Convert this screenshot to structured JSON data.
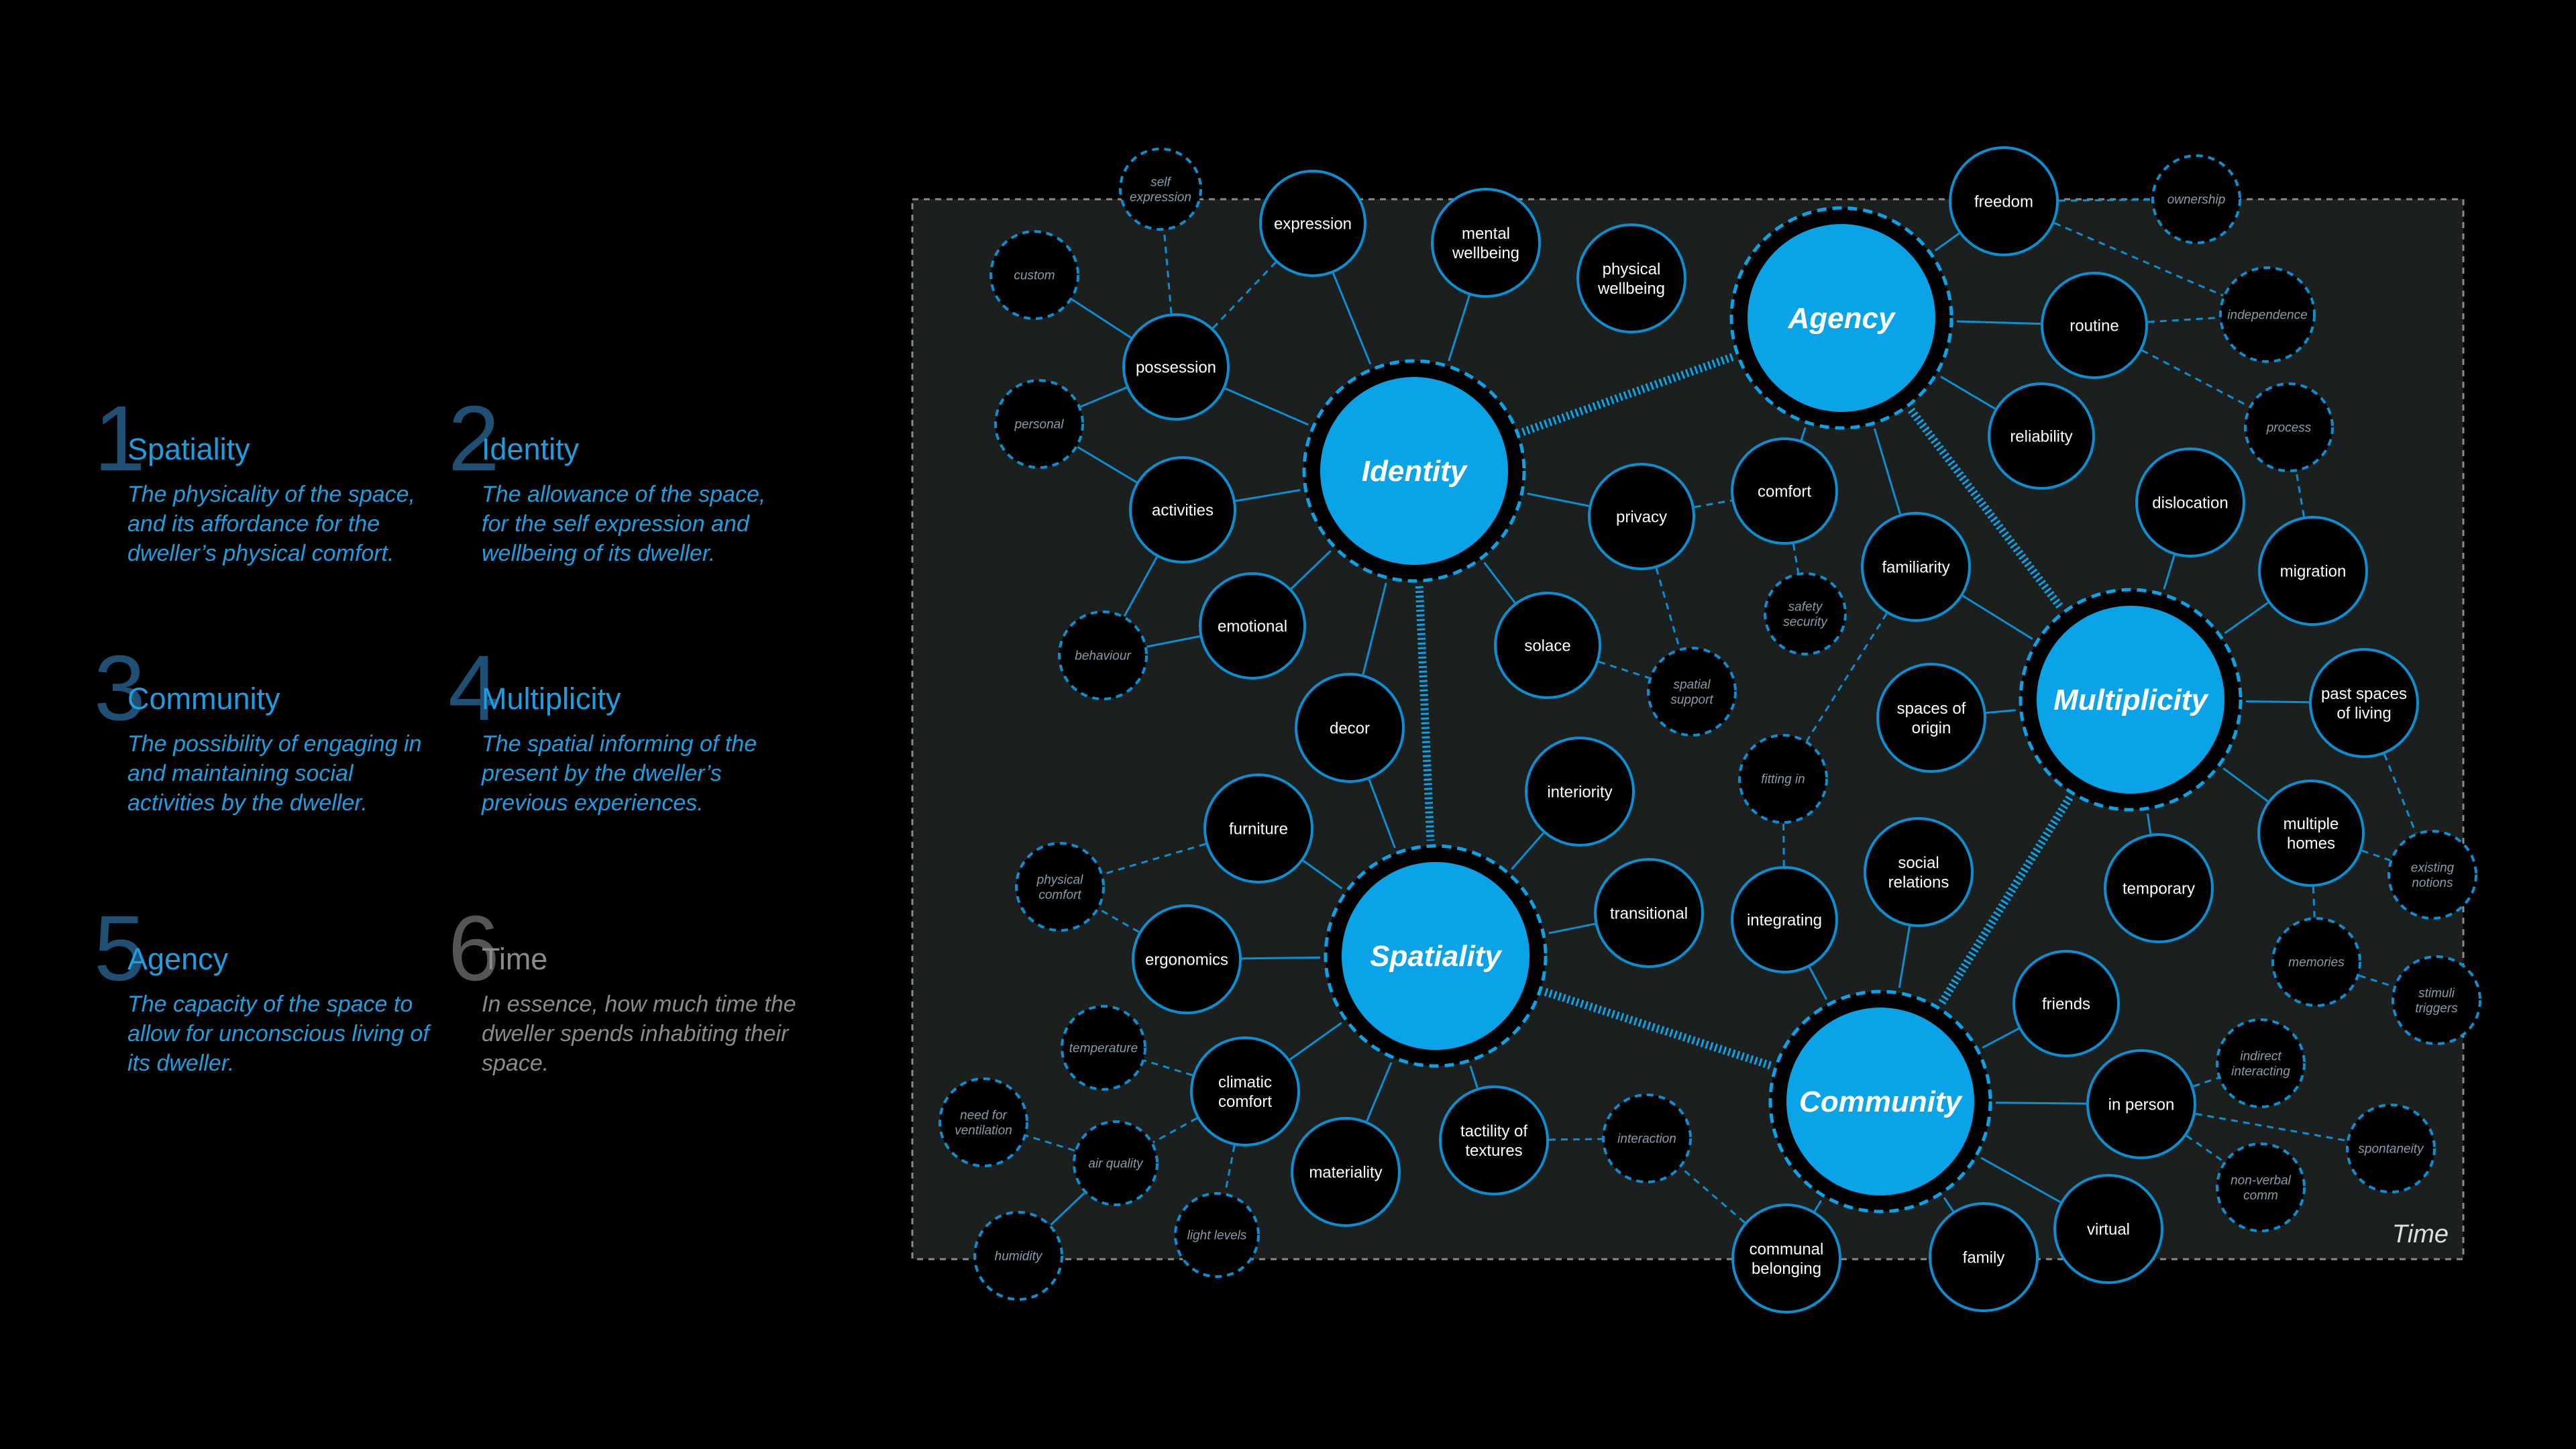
{
  "legend": {
    "items": [
      {
        "num": "1",
        "title": "Spatiality",
        "desc": "The physicality of the space, and its affordance for the dweller’s physical comfort.",
        "color": "#1b9fe0",
        "num_color": "#1f4f72"
      },
      {
        "num": "2",
        "title": "Identity",
        "desc": "The allowance of the space, for the self expression and wellbeing of its dweller.",
        "color": "#1b9fe0",
        "num_color": "#1f4f72"
      },
      {
        "num": "3",
        "title": "Community",
        "desc": "The possibility of engaging in and maintaining social activities by the dweller.",
        "color": "#1b9fe0",
        "num_color": "#1f4f72"
      },
      {
        "num": "4",
        "title": "Multiplicity",
        "desc": "The spatial informing of the present by the dweller’s previous experiences.",
        "color": "#1b9fe0",
        "num_color": "#1f4f72"
      },
      {
        "num": "5",
        "title": "Agency",
        "desc": "The capacity of the space to allow for unconscious living of its dweller.",
        "color": "#1b9fe0",
        "num_color": "#1f4f72"
      },
      {
        "num": "6",
        "title": "Time",
        "desc": "In essence, how much time the dweller spends inhabiting their space.",
        "color": "#8a8a8a",
        "num_color": "#555555"
      }
    ]
  },
  "diagram": {
    "frame_label": "Time",
    "colors": {
      "hub": "#0aa3e8",
      "node_stroke": "#0b8fd0",
      "line": "#0b8fd0",
      "frame_bg": "#1b1f1e",
      "frame_border": "#8a8a8a",
      "node_fill": "#000000",
      "dashed_text": "#8a9aa8"
    },
    "hubs": [
      {
        "id": "identity",
        "label": "Identity"
      },
      {
        "id": "agency",
        "label": "Agency"
      },
      {
        "id": "multiplicity",
        "label": "Multiplicity"
      },
      {
        "id": "spatiality",
        "label": "Spatiality"
      },
      {
        "id": "community",
        "label": "Community"
      }
    ],
    "nodes": [
      {
        "id": "self_expression",
        "label": "self expression",
        "style": "dashed"
      },
      {
        "id": "custom",
        "label": "custom",
        "style": "dashed"
      },
      {
        "id": "expression",
        "label": "expression",
        "style": "solid"
      },
      {
        "id": "mental_wellbeing",
        "label": "mental wellbeing",
        "style": "solid"
      },
      {
        "id": "physical_wellbeing",
        "label": "physical wellbeing",
        "style": "solid"
      },
      {
        "id": "possession",
        "label": "possession",
        "style": "solid"
      },
      {
        "id": "personal",
        "label": "personal",
        "style": "dashed"
      },
      {
        "id": "activities",
        "label": "activities",
        "style": "solid"
      },
      {
        "id": "emotional",
        "label": "emotional",
        "style": "solid"
      },
      {
        "id": "behaviour",
        "label": "behaviour",
        "style": "dashed"
      },
      {
        "id": "decor",
        "label": "decor",
        "style": "solid"
      },
      {
        "id": "privacy",
        "label": "privacy",
        "style": "solid"
      },
      {
        "id": "comfort",
        "label": "comfort",
        "style": "solid"
      },
      {
        "id": "solace",
        "label": "solace",
        "style": "solid"
      },
      {
        "id": "safety_security",
        "label": "safety security",
        "style": "dashed"
      },
      {
        "id": "spatial_support",
        "label": "spatial support",
        "style": "dashed"
      },
      {
        "id": "freedom",
        "label": "freedom",
        "style": "solid"
      },
      {
        "id": "ownership",
        "label": "ownership",
        "style": "dashed"
      },
      {
        "id": "routine",
        "label": "routine",
        "style": "solid"
      },
      {
        "id": "independence",
        "label": "independence",
        "style": "dashed"
      },
      {
        "id": "reliability",
        "label": "reliability",
        "style": "solid"
      },
      {
        "id": "process",
        "label": "process",
        "style": "dashed"
      },
      {
        "id": "familiarity",
        "label": "familiarity",
        "style": "solid"
      },
      {
        "id": "dislocation",
        "label": "dislocation",
        "style": "solid"
      },
      {
        "id": "migration",
        "label": "migration",
        "style": "solid"
      },
      {
        "id": "spaces_of_origin",
        "label": "spaces of origin",
        "style": "solid"
      },
      {
        "id": "past_spaces",
        "label": "past spaces of living",
        "style": "solid"
      },
      {
        "id": "fitting_in",
        "label": "fitting in",
        "style": "dashed"
      },
      {
        "id": "multiple_homes",
        "label": "multiple homes",
        "style": "solid"
      },
      {
        "id": "existing_notions",
        "label": "existing notions",
        "style": "dashed"
      },
      {
        "id": "temporary",
        "label": "temporary",
        "style": "solid"
      },
      {
        "id": "memories",
        "label": "memories",
        "style": "dashed"
      },
      {
        "id": "stimuli_triggers",
        "label": "stimuli triggers",
        "style": "dashed"
      },
      {
        "id": "interiority",
        "label": "interiority",
        "style": "solid"
      },
      {
        "id": "furniture",
        "label": "furniture",
        "style": "solid"
      },
      {
        "id": "physical_comfort",
        "label": "physical comfort",
        "style": "dashed"
      },
      {
        "id": "ergonomics",
        "label": "ergonomics",
        "style": "solid"
      },
      {
        "id": "transitional",
        "label": "transitional",
        "style": "solid"
      },
      {
        "id": "integrating",
        "label": "integrating",
        "style": "solid"
      },
      {
        "id": "social_relations",
        "label": "social relations",
        "style": "solid"
      },
      {
        "id": "temperature",
        "label": "temperature",
        "style": "dashed"
      },
      {
        "id": "climatic_comfort",
        "label": "climatic comfort",
        "style": "solid"
      },
      {
        "id": "need_ventilation",
        "label": "need for ventilation",
        "style": "dashed"
      },
      {
        "id": "air_quality",
        "label": "air quality",
        "style": "dashed"
      },
      {
        "id": "humidity",
        "label": "humidity",
        "style": "dashed"
      },
      {
        "id": "light_levels",
        "label": "light levels",
        "style": "dashed"
      },
      {
        "id": "materiality",
        "label": "materiality",
        "style": "solid"
      },
      {
        "id": "tactility",
        "label": "tactility of textures",
        "style": "solid"
      },
      {
        "id": "interaction",
        "label": "interaction",
        "style": "dashed"
      },
      {
        "id": "communal_belonging",
        "label": "communal belonging",
        "style": "solid"
      },
      {
        "id": "family",
        "label": "family",
        "style": "solid"
      },
      {
        "id": "friends",
        "label": "friends",
        "style": "solid"
      },
      {
        "id": "in_person",
        "label": "in person",
        "style": "solid"
      },
      {
        "id": "virtual",
        "label": "virtual",
        "style": "solid"
      },
      {
        "id": "indirect_interacting",
        "label": "indirect interacting",
        "style": "dashed"
      },
      {
        "id": "spontaneity",
        "label": "spontaneity",
        "style": "dashed"
      },
      {
        "id": "non_verbal",
        "label": "non-verbal comm",
        "style": "dashed"
      }
    ],
    "hub_links": [
      [
        "identity",
        "agency"
      ],
      [
        "identity",
        "spatiality"
      ],
      [
        "agency",
        "multiplicity"
      ],
      [
        "spatiality",
        "community"
      ],
      [
        "multiplicity",
        "community"
      ]
    ],
    "links": [
      [
        "possession",
        "identity",
        "solid"
      ],
      [
        "possession",
        "expression",
        "dashed"
      ],
      [
        "possession",
        "self_expression",
        "dashed"
      ],
      [
        "possession",
        "custom",
        "solid"
      ],
      [
        "possession",
        "personal",
        "solid"
      ],
      [
        "expression",
        "identity",
        "solid"
      ],
      [
        "mental_wellbeing",
        "identity",
        "solid"
      ],
      [
        "activities",
        "identity",
        "solid"
      ],
      [
        "activities",
        "personal",
        "solid"
      ],
      [
        "activities",
        "behaviour",
        "solid"
      ],
      [
        "emotional",
        "identity",
        "solid"
      ],
      [
        "emotional",
        "behaviour",
        "solid"
      ],
      [
        "decor",
        "identity",
        "solid"
      ],
      [
        "decor",
        "spatiality",
        "solid"
      ],
      [
        "privacy",
        "identity",
        "solid"
      ],
      [
        "privacy",
        "comfort",
        "dashed"
      ],
      [
        "privacy",
        "spatial_support",
        "dashed"
      ],
      [
        "solace",
        "identity",
        "solid"
      ],
      [
        "solace",
        "spatial_support",
        "dashed"
      ],
      [
        "comfort",
        "agency",
        "solid"
      ],
      [
        "comfort",
        "safety_security",
        "dashed"
      ],
      [
        "freedom",
        "agency",
        "solid"
      ],
      [
        "freedom",
        "ownership",
        "dashed"
      ],
      [
        "freedom",
        "independence",
        "dashed"
      ],
      [
        "routine",
        "agency",
        "solid"
      ],
      [
        "routine",
        "independence",
        "dashed"
      ],
      [
        "routine",
        "process",
        "dashed"
      ],
      [
        "reliability",
        "agency",
        "solid"
      ],
      [
        "familiarity",
        "agency",
        "solid"
      ],
      [
        "familiarity",
        "multiplicity",
        "solid"
      ],
      [
        "familiarity",
        "fitting_in",
        "dashed"
      ],
      [
        "dislocation",
        "multiplicity",
        "solid"
      ],
      [
        "migration",
        "multiplicity",
        "solid"
      ],
      [
        "migration",
        "process",
        "dashed"
      ],
      [
        "spaces_of_origin",
        "multiplicity",
        "solid"
      ],
      [
        "past_spaces",
        "multiplicity",
        "solid"
      ],
      [
        "past_spaces",
        "existing_notions",
        "dashed"
      ],
      [
        "multiple_homes",
        "multiplicity",
        "solid"
      ],
      [
        "multiple_homes",
        "existing_notions",
        "dashed"
      ],
      [
        "multiple_homes",
        "memories",
        "dashed"
      ],
      [
        "temporary",
        "multiplicity",
        "solid"
      ],
      [
        "memories",
        "stimuli_triggers",
        "dashed"
      ],
      [
        "fitting_in",
        "integrating",
        "dashed"
      ],
      [
        "integrating",
        "community",
        "solid"
      ],
      [
        "social_relations",
        "community",
        "solid"
      ],
      [
        "interiority",
        "spatiality",
        "solid"
      ],
      [
        "furniture",
        "spatiality",
        "solid"
      ],
      [
        "furniture",
        "physical_comfort",
        "dashed"
      ],
      [
        "ergonomics",
        "spatiality",
        "solid"
      ],
      [
        "ergonomics",
        "physical_comfort",
        "dashed"
      ],
      [
        "transitional",
        "spatiality",
        "solid"
      ],
      [
        "climatic_comfort",
        "spatiality",
        "solid"
      ],
      [
        "climatic_comfort",
        "temperature",
        "dashed"
      ],
      [
        "climatic_comfort",
        "air_quality",
        "dashed"
      ],
      [
        "climatic_comfort",
        "light_levels",
        "dashed"
      ],
      [
        "air_quality",
        "need_ventilation",
        "dashed"
      ],
      [
        "air_quality",
        "humidity",
        "solid"
      ],
      [
        "materiality",
        "spatiality",
        "solid"
      ],
      [
        "tactility",
        "spatiality",
        "solid"
      ],
      [
        "tactility",
        "interaction",
        "dashed"
      ],
      [
        "communal_belonging",
        "community",
        "solid"
      ],
      [
        "communal_belonging",
        "interaction",
        "dashed"
      ],
      [
        "family",
        "community",
        "solid"
      ],
      [
        "friends",
        "community",
        "solid"
      ],
      [
        "in_person",
        "community",
        "solid"
      ],
      [
        "in_person",
        "indirect_interacting",
        "dashed"
      ],
      [
        "in_person",
        "non_verbal",
        "dashed"
      ],
      [
        "in_person",
        "spontaneity",
        "dashed"
      ],
      [
        "virtual",
        "community",
        "solid"
      ]
    ]
  }
}
